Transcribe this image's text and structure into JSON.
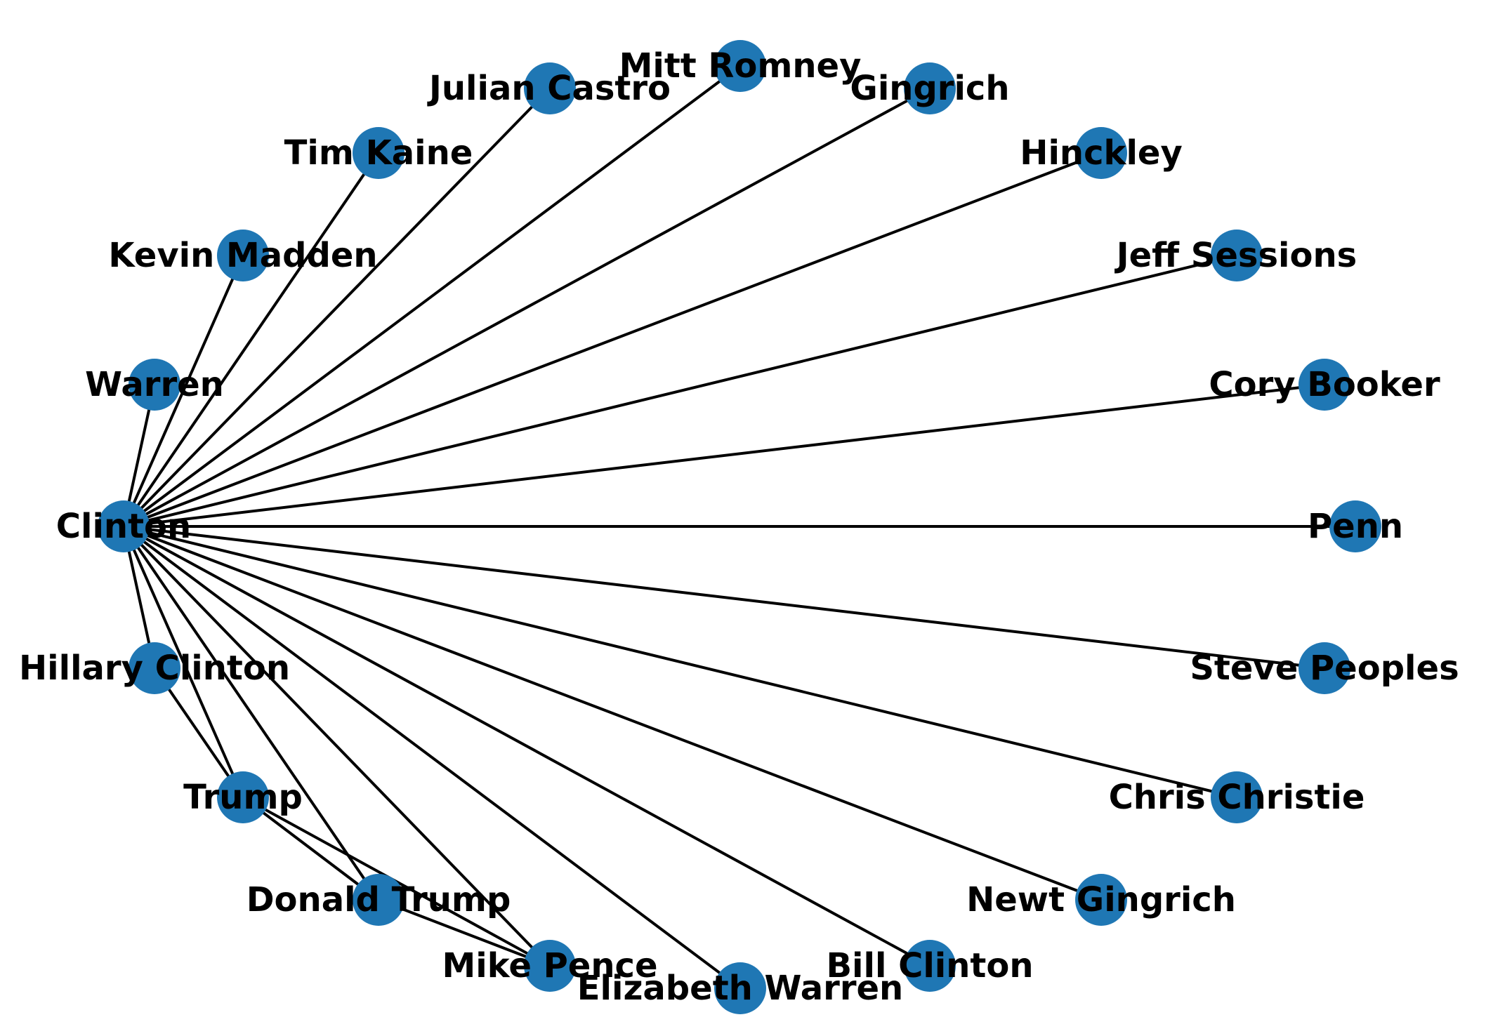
{
  "graph": {
    "node_color": "#1f77b4",
    "edge_color": "#000000",
    "nodes": [
      {
        "id": "Clinton",
        "label": "Clinton"
      },
      {
        "id": "Warren",
        "label": "Warren"
      },
      {
        "id": "Kevin Madden",
        "label": "Kevin Madden"
      },
      {
        "id": "Tim Kaine",
        "label": "Tim Kaine"
      },
      {
        "id": "Julian Castro",
        "label": "Julian Castro"
      },
      {
        "id": "Mitt Romney",
        "label": "Mitt Romney"
      },
      {
        "id": "Gingrich",
        "label": "Gingrich"
      },
      {
        "id": "Hinckley",
        "label": "Hinckley"
      },
      {
        "id": "Jeff Sessions",
        "label": "Jeff Sessions"
      },
      {
        "id": "Cory Booker",
        "label": "Cory Booker"
      },
      {
        "id": "Penn",
        "label": "Penn"
      },
      {
        "id": "Steve Peoples",
        "label": "Steve Peoples"
      },
      {
        "id": "Chris Christie",
        "label": "Chris Christie"
      },
      {
        "id": "Newt Gingrich",
        "label": "Newt Gingrich"
      },
      {
        "id": "Bill Clinton",
        "label": "Bill Clinton"
      },
      {
        "id": "Elizabeth Warren",
        "label": "Elizabeth Warren"
      },
      {
        "id": "Mike Pence",
        "label": "Mike Pence"
      },
      {
        "id": "Donald Trump",
        "label": "Donald Trump"
      },
      {
        "id": "Trump",
        "label": "Trump"
      },
      {
        "id": "Hillary Clinton",
        "label": "Hillary Clinton"
      }
    ],
    "edges": [
      [
        "Clinton",
        "Warren"
      ],
      [
        "Clinton",
        "Kevin Madden"
      ],
      [
        "Clinton",
        "Tim Kaine"
      ],
      [
        "Clinton",
        "Julian Castro"
      ],
      [
        "Clinton",
        "Mitt Romney"
      ],
      [
        "Clinton",
        "Gingrich"
      ],
      [
        "Clinton",
        "Hinckley"
      ],
      [
        "Clinton",
        "Jeff Sessions"
      ],
      [
        "Clinton",
        "Cory Booker"
      ],
      [
        "Clinton",
        "Penn"
      ],
      [
        "Clinton",
        "Steve Peoples"
      ],
      [
        "Clinton",
        "Chris Christie"
      ],
      [
        "Clinton",
        "Newt Gingrich"
      ],
      [
        "Clinton",
        "Bill Clinton"
      ],
      [
        "Clinton",
        "Elizabeth Warren"
      ],
      [
        "Clinton",
        "Mike Pence"
      ],
      [
        "Clinton",
        "Donald Trump"
      ],
      [
        "Clinton",
        "Trump"
      ],
      [
        "Clinton",
        "Hillary Clinton"
      ],
      [
        "Hillary Clinton",
        "Trump"
      ],
      [
        "Trump",
        "Donald Trump"
      ],
      [
        "Trump",
        "Mike Pence"
      ],
      [
        "Donald Trump",
        "Mike Pence"
      ]
    ]
  }
}
